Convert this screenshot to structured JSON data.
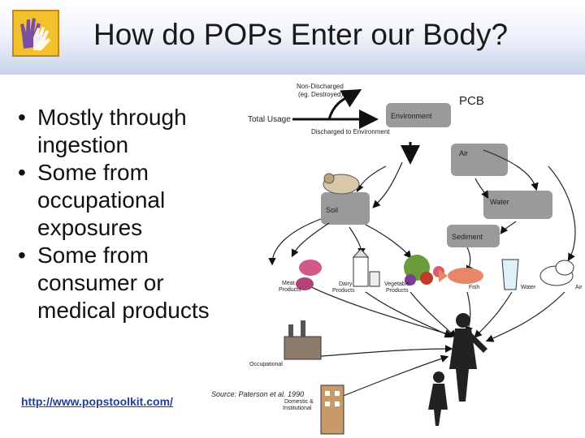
{
  "slide": {
    "title": "How do POPs Enter our Body?",
    "bullets": [
      {
        "bullet": "•",
        "text": "Mostly through ingestion"
      },
      {
        "bullet": "•",
        "text": "Some from occupational exposures"
      },
      {
        "bullet": "•",
        "text": "Some from consumer or medical products"
      }
    ],
    "link": "http://www.popstoolkit.com/"
  },
  "diagram": {
    "pcb": "PCB",
    "non_discharged_1": "Non-Discharged",
    "non_discharged_2": "(eg. Destroyed)",
    "total_usage": "Total Usage",
    "environment": "Environment",
    "discharged": "Discharged to Environment",
    "air": "Air",
    "soil": "Soil",
    "water": "Water",
    "sediment": "Sediment",
    "meat_1": "Meat",
    "meat_2": "Products",
    "dairy_1": "Dairy",
    "dairy_2": "Products",
    "veg_1": "Vegetable",
    "veg_2": "Products",
    "fish": "Fish",
    "water_drink": "Water",
    "air_cloud": "Air",
    "occupational": "Occupational",
    "domestic_1": "Domestic &",
    "domestic_2": "Institutional",
    "source": "Source: Paterson et al. 1990"
  },
  "colors": {
    "header_bottom": "#c9d2ea",
    "box_gray": "#9a9a9a",
    "link": "#1f3f9e"
  }
}
